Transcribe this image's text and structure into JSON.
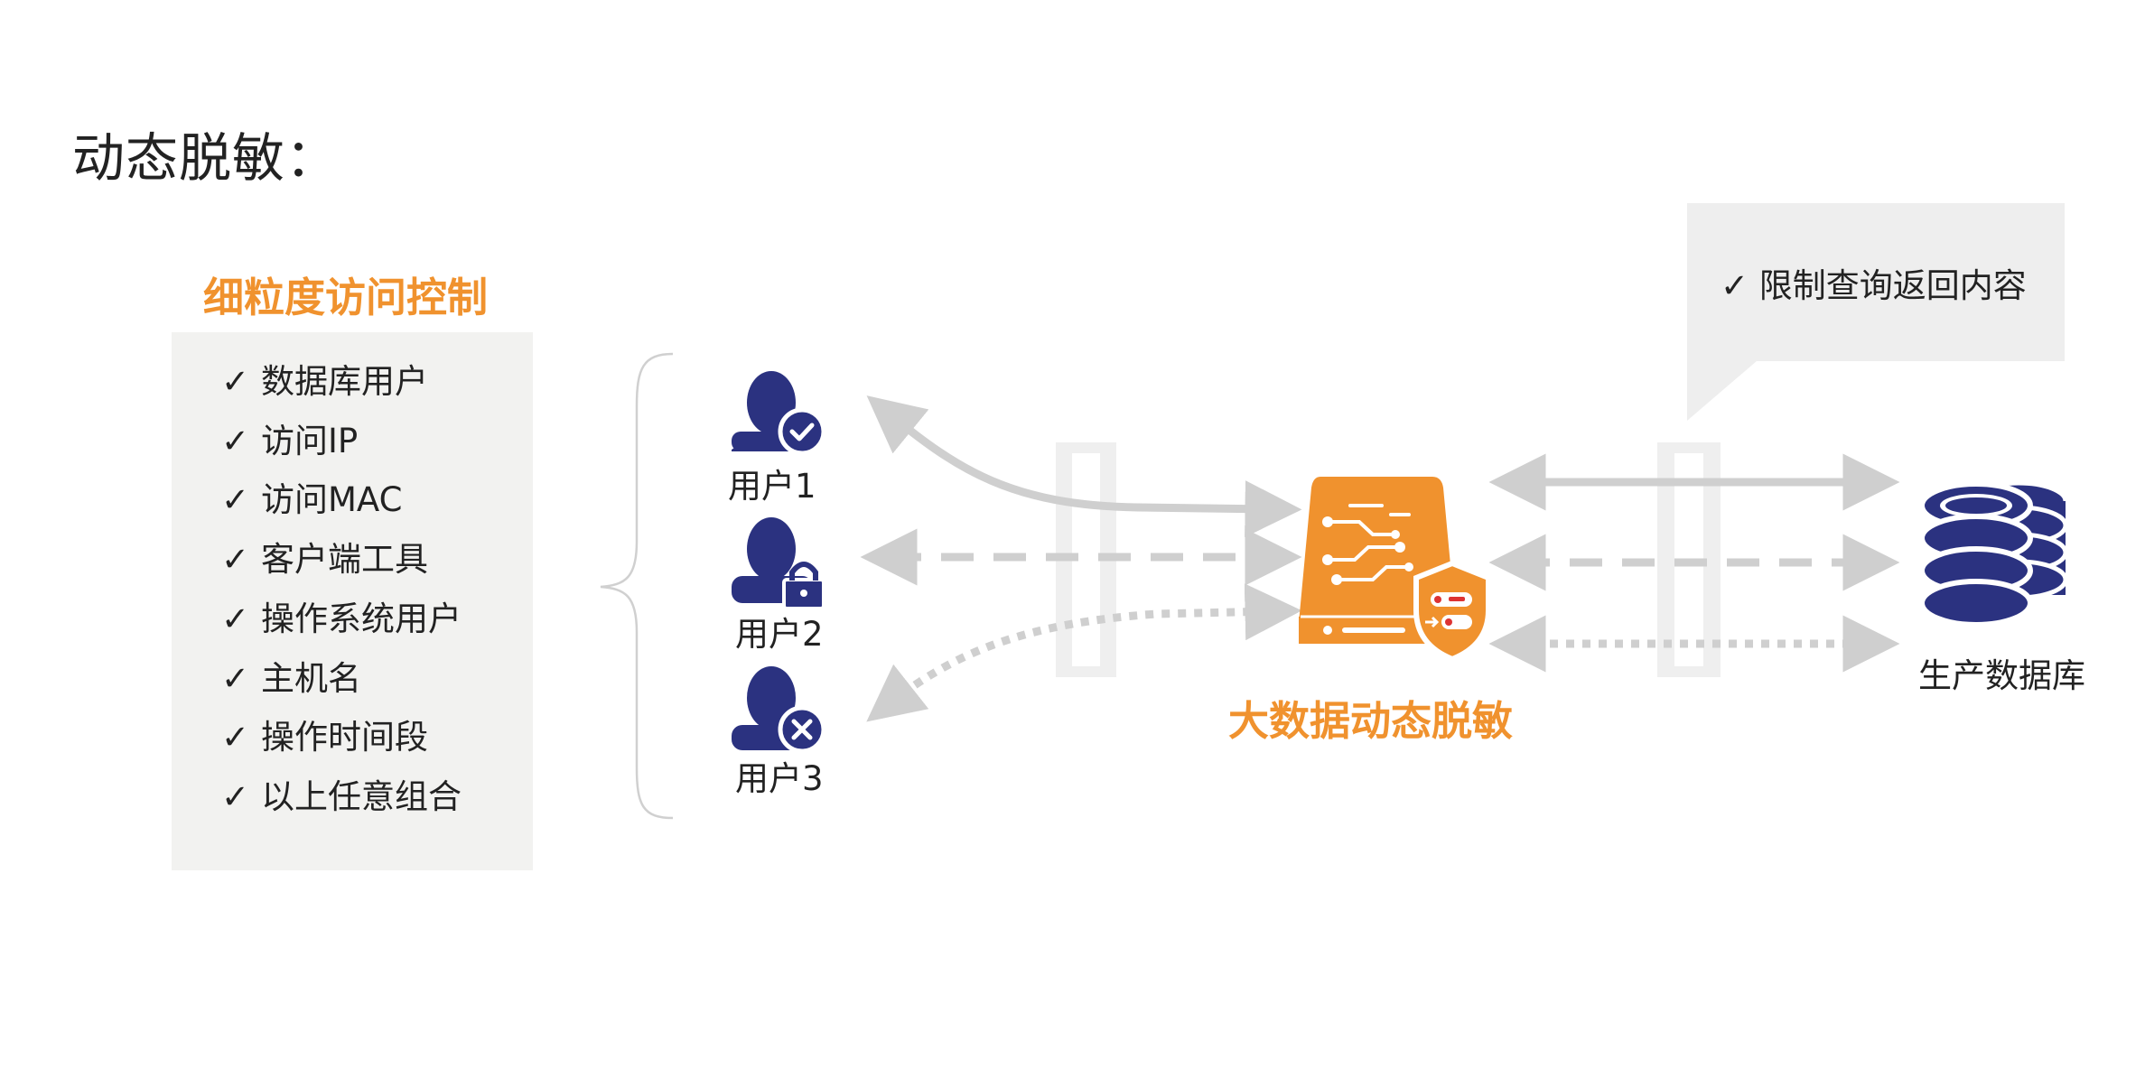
{
  "title": "动态脱敏：",
  "access_control": {
    "title": "细粒度访问控制",
    "check_symbol": "✓",
    "items": [
      "数据库用户",
      "访问IP",
      "访问MAC",
      "客户端工具",
      "操作系统用户",
      "主机名",
      "操作时间段",
      "以上任意组合"
    ]
  },
  "users": [
    {
      "label": "用户1",
      "badge_icon": "check-icon"
    },
    {
      "label": "用户2",
      "badge_icon": "lock-icon"
    },
    {
      "label": "用户3",
      "badge_icon": "cross-icon"
    }
  ],
  "engine": {
    "label": "大数据动态脱敏",
    "icon": "server-shield-icon"
  },
  "database": {
    "label": "生产数据库",
    "icon": "database-icon"
  },
  "callout": {
    "text": "✓ 限制查询返回内容"
  },
  "colors": {
    "accent": "#f0922e",
    "navy": "#2b3280",
    "arrow": "#cfcfcf",
    "panel": "#f2f2f0"
  }
}
